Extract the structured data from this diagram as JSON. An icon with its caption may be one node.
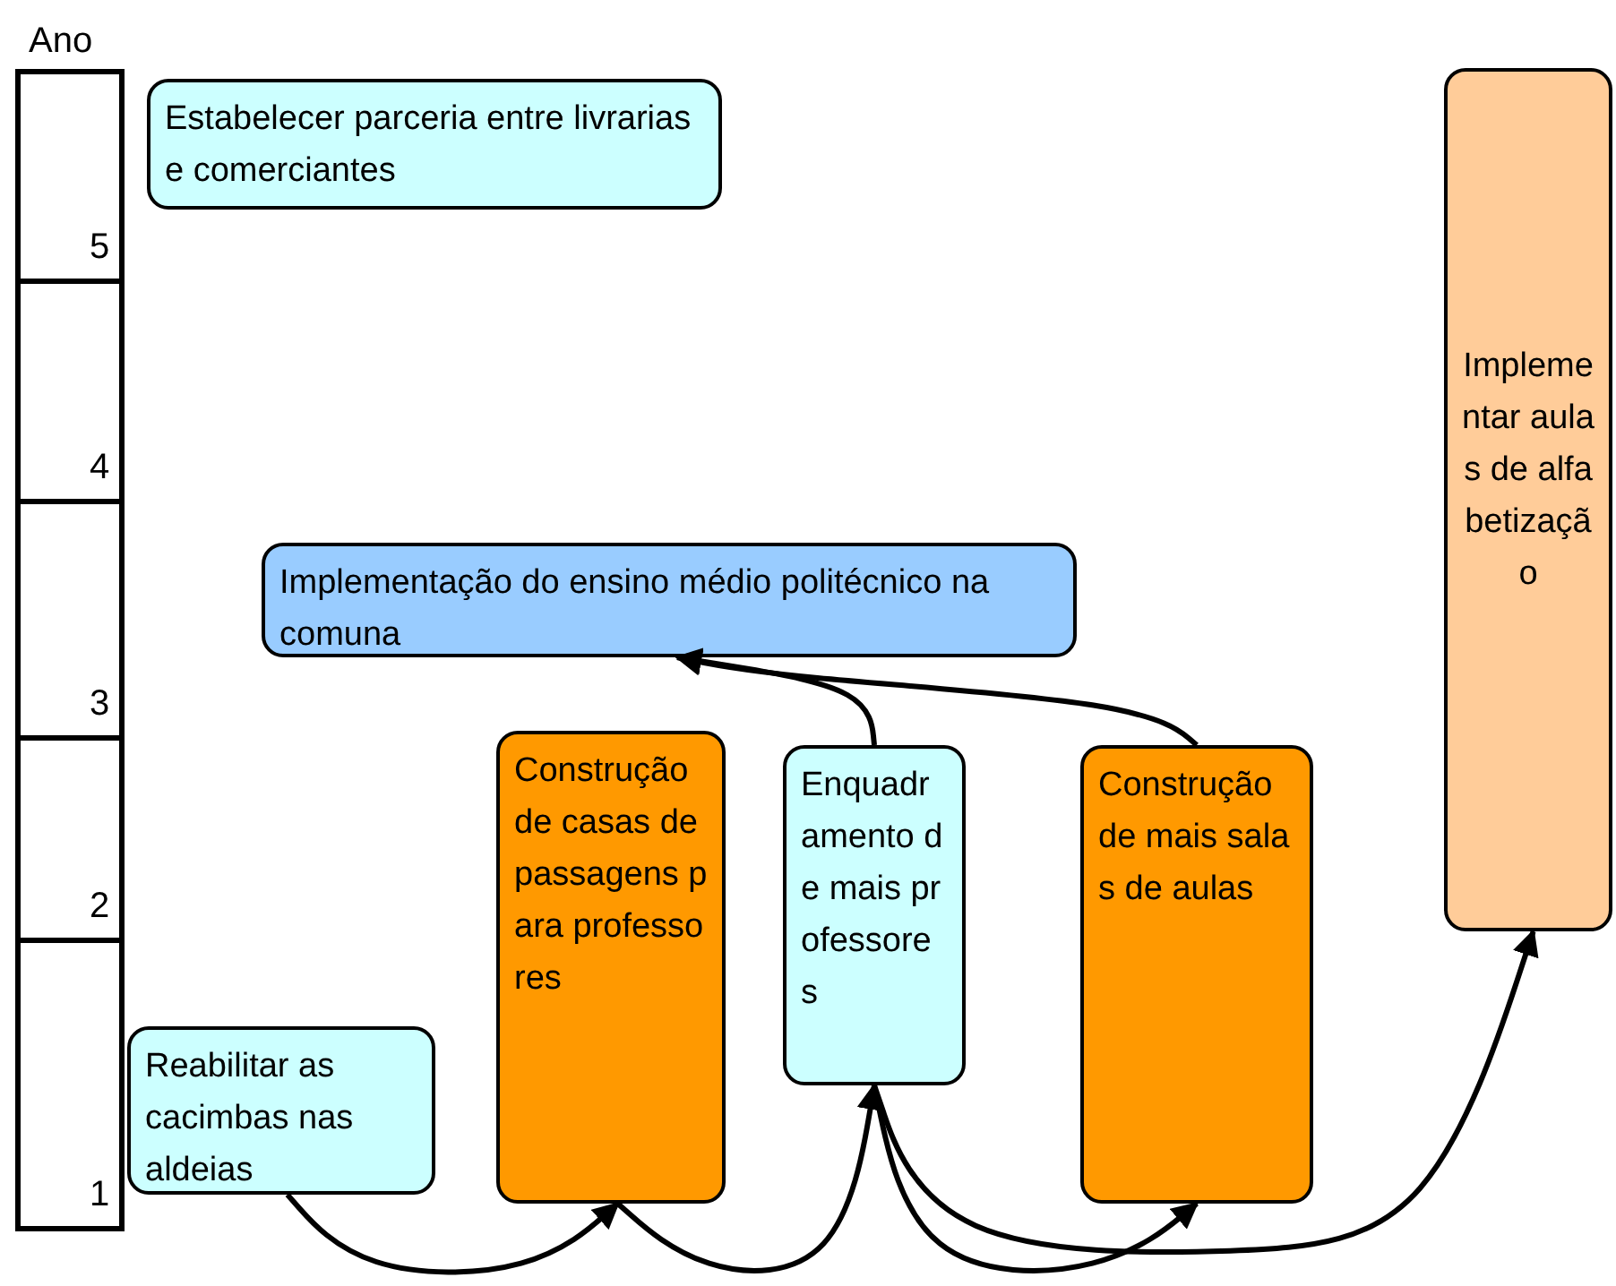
{
  "diagram": {
    "nodes": [
      {
        "text": [
          "Estabelecer parceria entre livrarias e comerciantes"
        ]
      },
      {
        "text": [
          "Implementar aulas de alfabetização"
        ]
      },
      {
        "text": [
          "Implementação do ensino médio politécnico na comuna"
        ]
      },
      {
        "text": [
          "Construção de casas de passagens para professores"
        ]
      },
      {
        "text": [
          "Enquadramento de mais professores"
        ]
      },
      {
        "text": [
          "Construção de mais salas de aulas"
        ]
      },
      {
        "text": [
          "Reabilitar as cacimbas nas aldeias"
        ]
      }
    ],
    "edges": [
      {
        "from": 6,
        "to": 3,
        "arrow": "to"
      },
      {
        "from": 3,
        "to": 4,
        "arrow": "to"
      },
      {
        "from": 4,
        "to": 5,
        "arrow": "to"
      },
      {
        "from": 4,
        "to": 1,
        "arrow": "to"
      },
      {
        "from": 4,
        "to": 2,
        "arrow": "to"
      },
      {
        "from": 5,
        "to": 2,
        "arrow": "to"
      }
    ],
    "labels": [
      "Ano",
      "5",
      "4",
      "3",
      "2",
      "1"
    ]
  }
}
